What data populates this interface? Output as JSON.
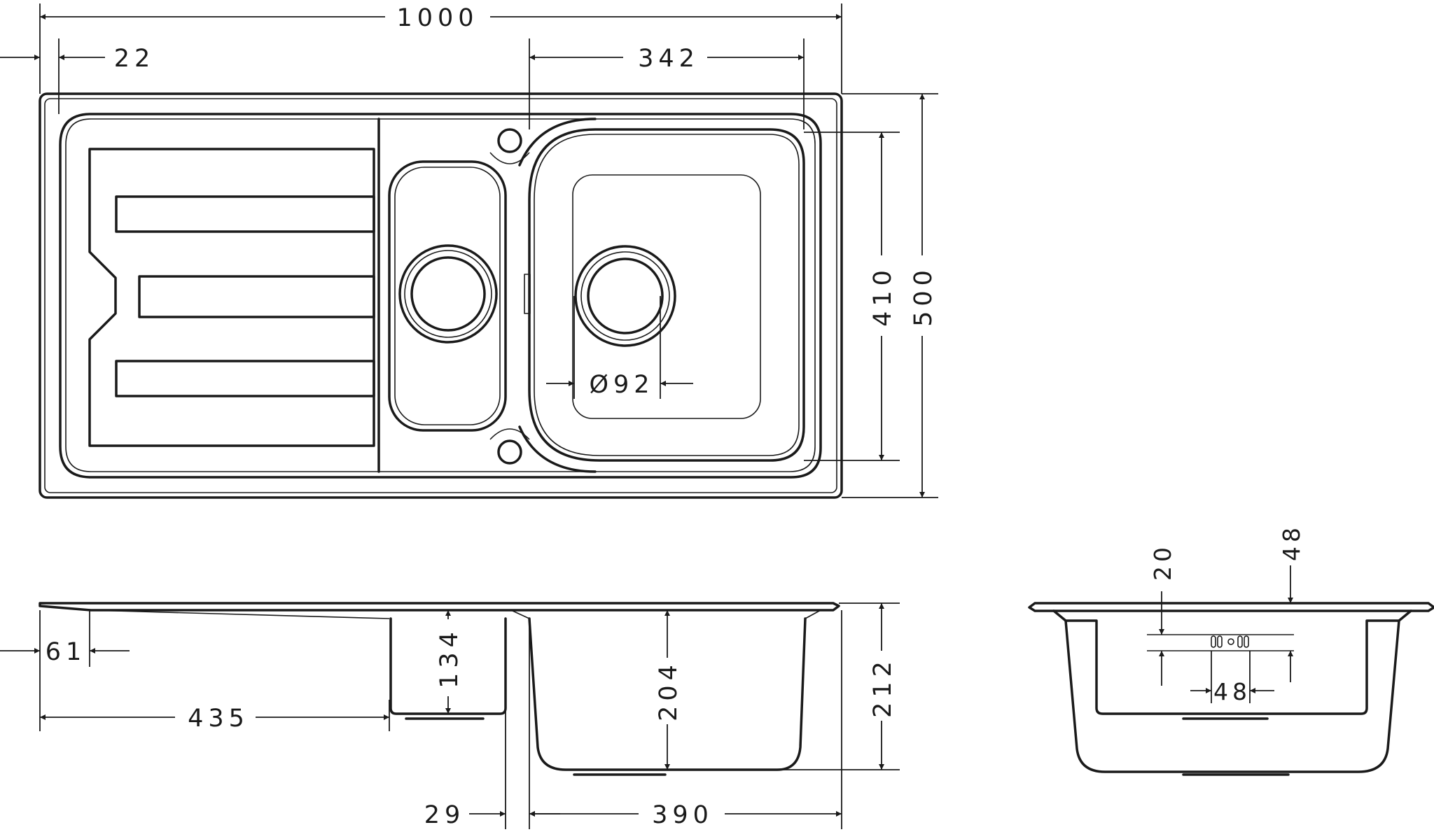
{
  "dimensions": {
    "overall_width": "1000",
    "edge_offset": "22",
    "main_bowl_width": "342",
    "bowl_depth_outer": "410",
    "overall_depth": "500",
    "drain_diameter": "Ø92",
    "rim_offset": "61",
    "small_bowl_depth": "134",
    "drainer_length": "435",
    "main_bowl_depth": "204",
    "total_height": "212",
    "gap_between_bowls": "29",
    "main_bowl_inner_width": "390",
    "side_rim_thickness": "20",
    "side_top_offset": "48",
    "side_overflow_width": "48"
  }
}
